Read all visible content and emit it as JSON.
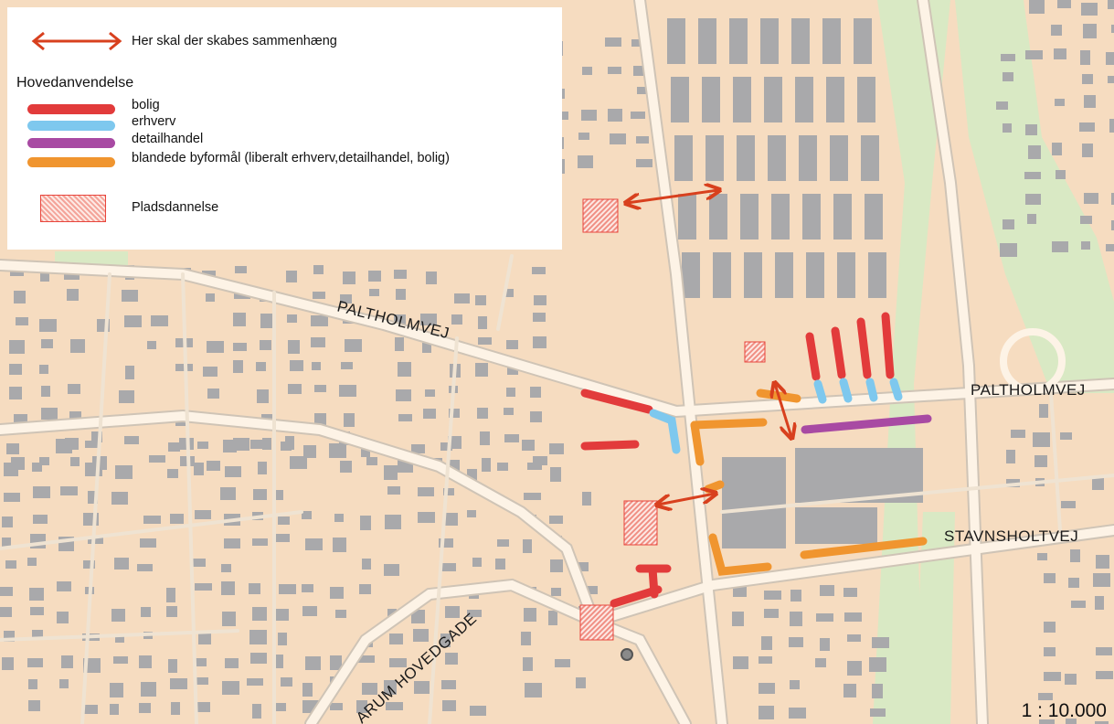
{
  "map": {
    "scale_text": "1 : 10.000",
    "road_labels": {
      "paltholmvej_west": "PALTHOLMVEJ",
      "paltholmvej_east": "PALTHOLMVEJ",
      "stavnsholtvej": "STAVNSHOLTVEJ",
      "hovedgade": "ARUM HOVEDGADE"
    },
    "colors": {
      "background": "#f6dcc0",
      "building": "#a9a9ab",
      "road": "#fdf3e6",
      "road_edge": "#cfc4b6",
      "green_area": "#d9e9c4",
      "arrow": "#d8401e",
      "bolig": "#e23b3b",
      "erhverv": "#7ec8ee",
      "detailhandel": "#a84aa3",
      "blandede": "#f0952f",
      "pladsdannelse": "#f4a49a"
    }
  },
  "legend": {
    "arrow_label": "Her skal der skabes sammenhæng",
    "section_title": "Hovedanvendelse",
    "items": [
      {
        "key": "bolig",
        "label": "bolig",
        "color": "#e23b3b"
      },
      {
        "key": "erhverv",
        "label": "erhverv",
        "color": "#7ec8ee"
      },
      {
        "key": "detailhandel",
        "label": "detailhandel",
        "color": "#a84aa3"
      },
      {
        "key": "blandede",
        "label": "blandede byformål (liberalt erhverv,detailhandel, bolig)",
        "color": "#f0952f"
      }
    ],
    "plads_label": "Pladsdannelse"
  }
}
